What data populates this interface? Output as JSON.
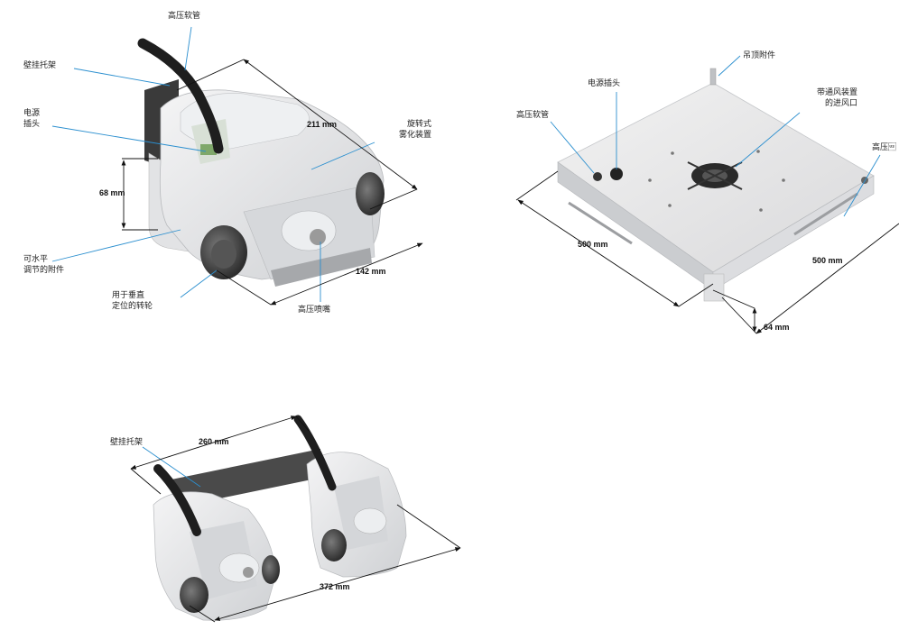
{
  "colors": {
    "leader": "#2b8fcf",
    "dimension": "#111111",
    "metal": "#e7e8ea",
    "dark": "#2a2a2a"
  },
  "fig1": {
    "labels": {
      "hose_top": "高压软管",
      "wall_bracket": "壁挂托架",
      "power_plug": "电源\n插头",
      "rotary_atomizer": "旋转式\n雾化装置",
      "adjustable_attachment": "可水平\n调节的附件",
      "vertical_wheel": "用于垂直\n定位的转轮",
      "nozzle": "高压喷嘴"
    },
    "dims": {
      "length": "211 mm",
      "height": "68 mm",
      "width": "142 mm"
    }
  },
  "fig2": {
    "labels": {
      "ceiling_attachment": "吊顶附件",
      "power_plug": "电源插头",
      "hose": "高压软管",
      "air_inlet": "带通风装置\n的进风口",
      "hose_right": "高压\u001f"
    },
    "dims": {
      "left": "500 mm",
      "right": "500 mm",
      "height": "64 mm"
    }
  },
  "fig3": {
    "labels": {
      "wall_bracket": "壁挂托架"
    },
    "dims": {
      "top": "260 mm",
      "bottom": "372 mm"
    }
  }
}
